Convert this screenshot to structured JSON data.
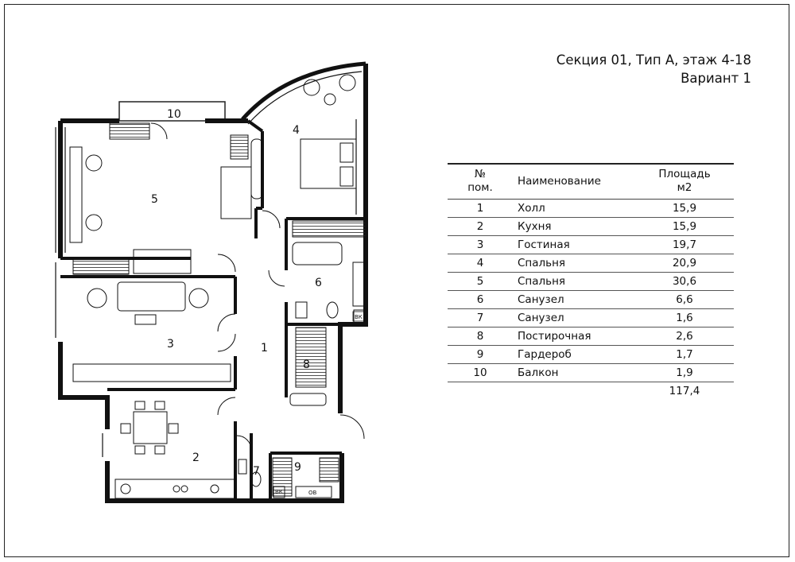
{
  "header": {
    "line1": "Секция 01, Тип А,  этаж 4-18",
    "line2": "Вариант 1"
  },
  "table": {
    "col_num": "№\nпом.",
    "col_num_line1": "№",
    "col_num_line2": "пом.",
    "col_name": "Наименование",
    "col_area_line1": "Площадь",
    "col_area_line2": "м2",
    "rows": [
      {
        "num": "1",
        "name": "Холл",
        "area": "15,9"
      },
      {
        "num": "2",
        "name": "Кухня",
        "area": "15,9"
      },
      {
        "num": "3",
        "name": "Гостиная",
        "area": "19,7"
      },
      {
        "num": "4",
        "name": "Спальня",
        "area": "20,9"
      },
      {
        "num": "5",
        "name": "Спальня",
        "area": "30,6"
      },
      {
        "num": "6",
        "name": "Санузел",
        "area": "6,6"
      },
      {
        "num": "7",
        "name": "Санузел",
        "area": "1,6"
      },
      {
        "num": "8",
        "name": "Постирочная",
        "area": "2,6"
      },
      {
        "num": "9",
        "name": "Гардероб",
        "area": "1,7"
      },
      {
        "num": "10",
        "name": "Балкон",
        "area": "1,9"
      }
    ],
    "total": "117,4"
  },
  "plan": {
    "room_labels": [
      "1",
      "2",
      "3",
      "4",
      "5",
      "6",
      "7",
      "8",
      "9",
      "10"
    ],
    "tags": {
      "vk": "ВК",
      "ov": "ОВ"
    }
  }
}
